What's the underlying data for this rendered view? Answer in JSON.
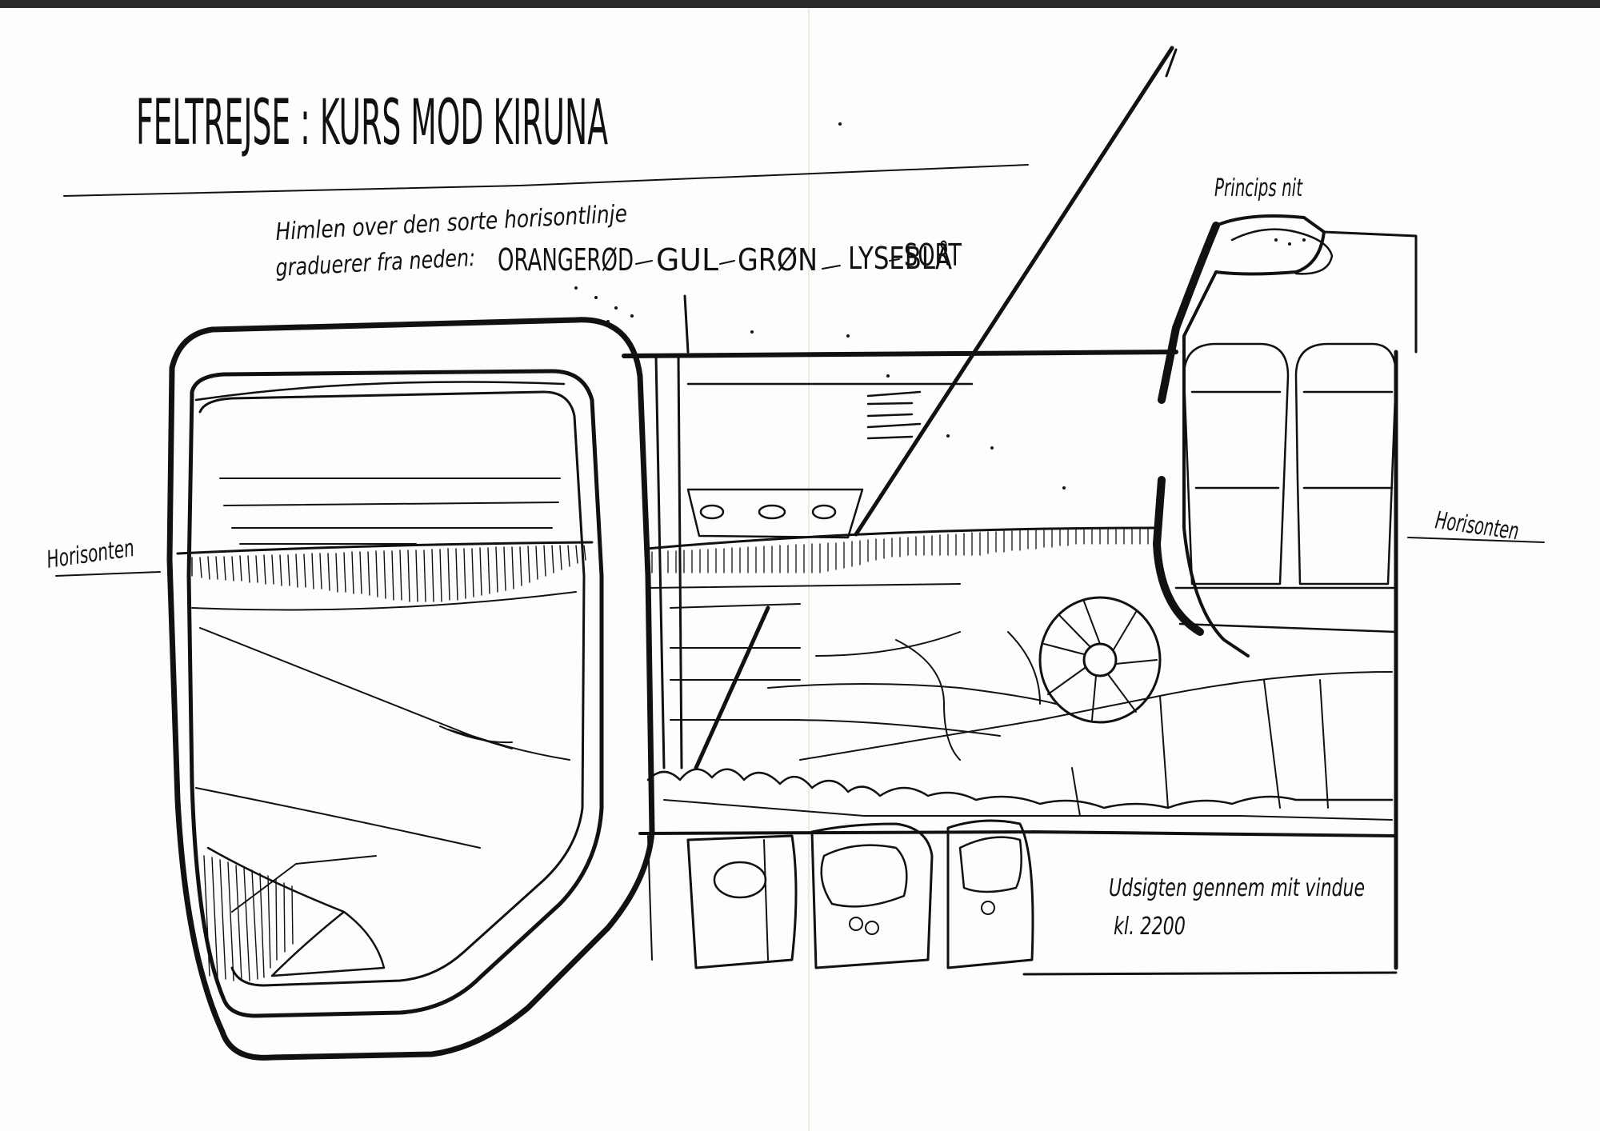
{
  "sketch": {
    "title": "FELTREJSE : KURS MOD KIRUNA",
    "note_line1": "Himlen over den sorte horisontlinje",
    "note_line2": "graduerer fra neden:",
    "sky_colors": [
      "ORANGERØD",
      "GUL",
      "GRØN",
      "LYSEBLÅ",
      "SORT"
    ],
    "label_principle": "Princips nit",
    "label_horizon_left": "Horisonten",
    "label_horizon_right": "Horisonten",
    "caption_line1": "Udsigten gennem mit vindue",
    "caption_line2": "kl. 2200",
    "ink_color": "#111111",
    "paper_color": "#fdfefc"
  }
}
